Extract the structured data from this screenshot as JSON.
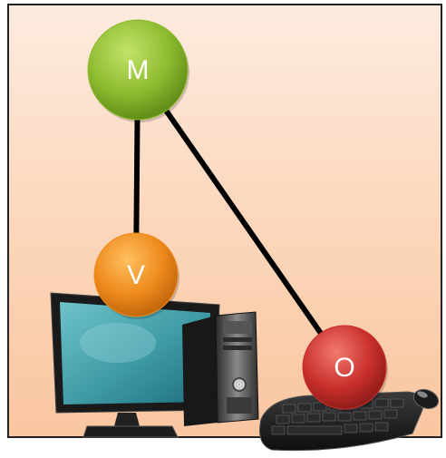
{
  "diagram": {
    "nodes": [
      {
        "id": "M",
        "label": "M",
        "color": "#8dbb2f"
      },
      {
        "id": "V",
        "label": "V",
        "color": "#ee8a1c"
      },
      {
        "id": "O",
        "label": "O",
        "color": "#c9302c"
      }
    ],
    "edges": [
      {
        "from": "M",
        "to": "V"
      },
      {
        "from": "M",
        "to": "O"
      }
    ],
    "devices": [
      {
        "name": "desktop-computer-icon",
        "attached_to": "V"
      },
      {
        "name": "keyboard-mouse-icon",
        "attached_to": "O"
      }
    ]
  }
}
